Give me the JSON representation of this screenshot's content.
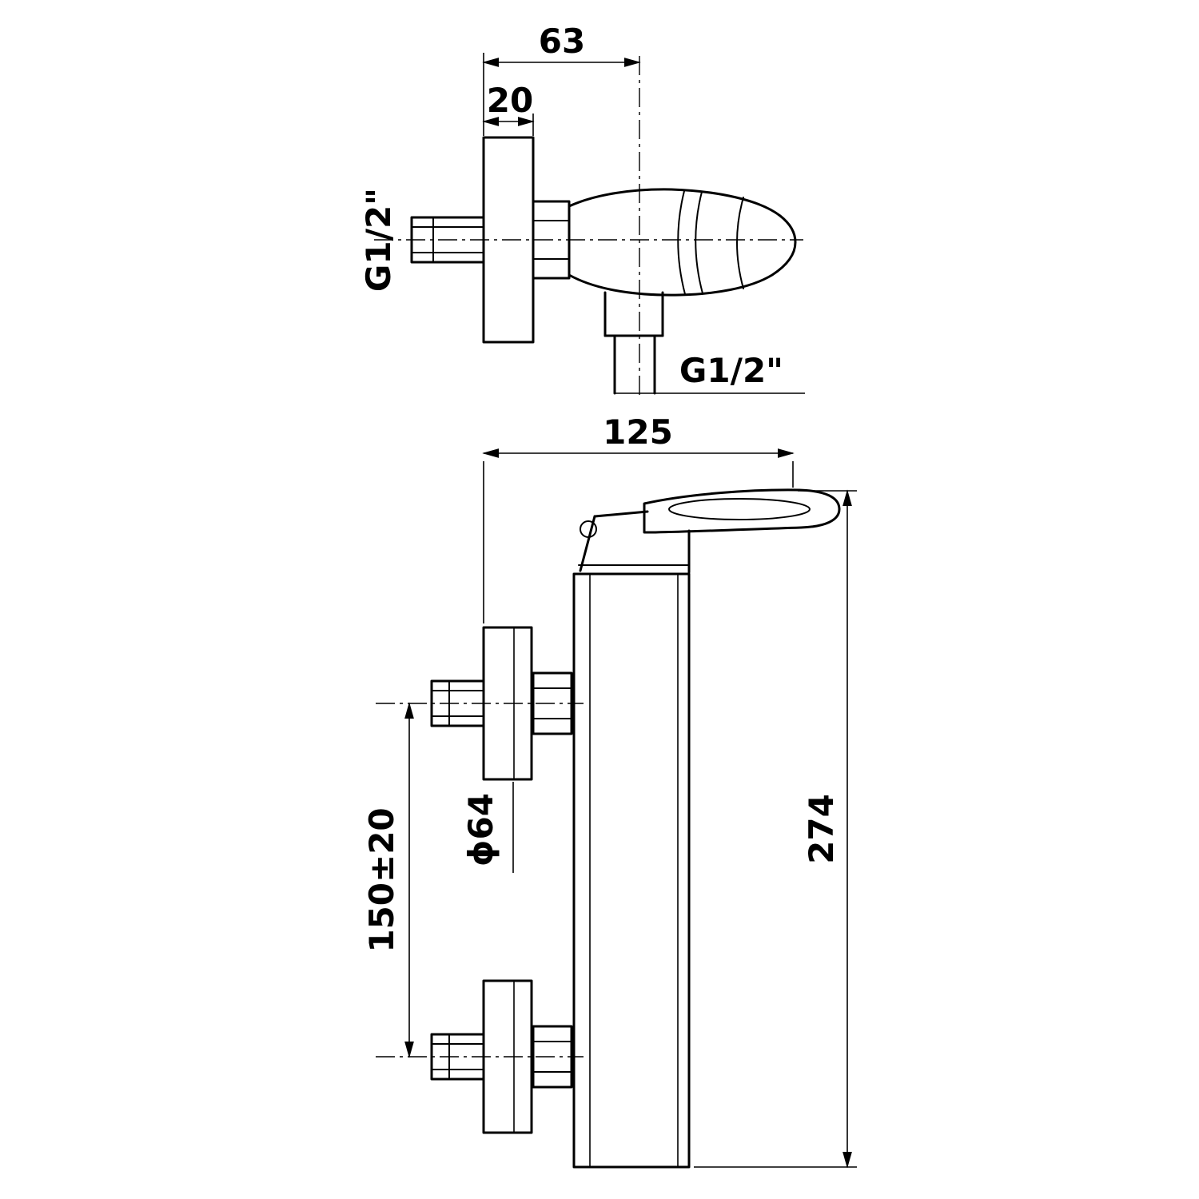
{
  "drawing": {
    "kind": "technical-dimension-drawing",
    "views": {
      "top": {
        "dim_width": "63",
        "dim_flange_thickness": "20",
        "inlet_thread": "G1/2\"",
        "outlet_thread": "G1/2\""
      },
      "front": {
        "dim_depth": "125",
        "dim_height": "274",
        "dim_inlet_spacing": "150±20",
        "dim_flange_diameter": "ϕ64"
      }
    }
  }
}
